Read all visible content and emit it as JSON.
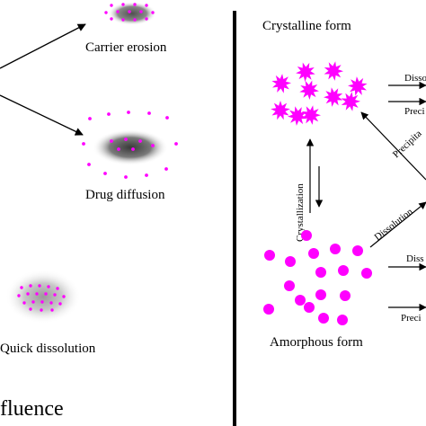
{
  "colors": {
    "particle": "#ff00ff",
    "ink": "#000000",
    "blob_dark": "#505050",
    "divider": "#000000"
  },
  "left_panel": {
    "labels": {
      "carrier_erosion": "Carrier erosion",
      "drug_diffusion": "Drug diffusion",
      "quick_dissolution": "Quick dissolution",
      "influence_fragment": "fluence"
    }
  },
  "right_panel": {
    "labels": {
      "crystalline_form": "Crystalline form",
      "amorphous_form": "Amorphous form",
      "crystallization": "Crystallization",
      "dissolution_diag": "Dissolution",
      "precipitation_diag": "Precipita",
      "top_dissolution": "Dissolu",
      "top_precipitation": "Preci",
      "bottom_dissolution": "Diss",
      "bottom_precipitation": "Preci"
    }
  }
}
